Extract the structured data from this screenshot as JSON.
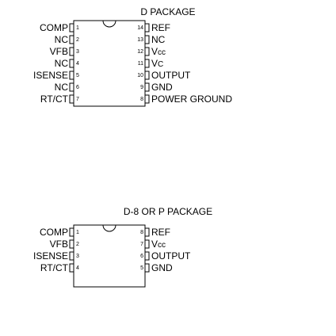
{
  "d_package": {
    "title": "D PACKAGE",
    "left_pins": [
      {
        "num": "1",
        "name": "COMP"
      },
      {
        "num": "2",
        "name": "NC"
      },
      {
        "num": "3",
        "name": "VFB"
      },
      {
        "num": "4",
        "name": "NC"
      },
      {
        "num": "5",
        "name": "ISENSE"
      },
      {
        "num": "6",
        "name": "NC"
      },
      {
        "num": "7",
        "name": "RT/CT"
      }
    ],
    "right_pins": [
      {
        "num": "14",
        "name": "REF"
      },
      {
        "num": "13",
        "name": "NC"
      },
      {
        "num": "12",
        "name": "VCC"
      },
      {
        "num": "11",
        "name": "VC"
      },
      {
        "num": "10",
        "name": "OUTPUT"
      },
      {
        "num": "9",
        "name": "GND"
      },
      {
        "num": "8",
        "name": "POWER GROUND"
      }
    ]
  },
  "d8_package": {
    "title": "D-8 OR P PACKAGE",
    "left_pins": [
      {
        "num": "1",
        "name": "COMP"
      },
      {
        "num": "2",
        "name": "VFB"
      },
      {
        "num": "3",
        "name": "ISENSE"
      },
      {
        "num": "4",
        "name": "RT/CT"
      }
    ],
    "right_pins": [
      {
        "num": "8",
        "name": "REF"
      },
      {
        "num": "7",
        "name": "VCC"
      },
      {
        "num": "6",
        "name": "OUTPUT"
      },
      {
        "num": "5",
        "name": "GND"
      }
    ]
  }
}
